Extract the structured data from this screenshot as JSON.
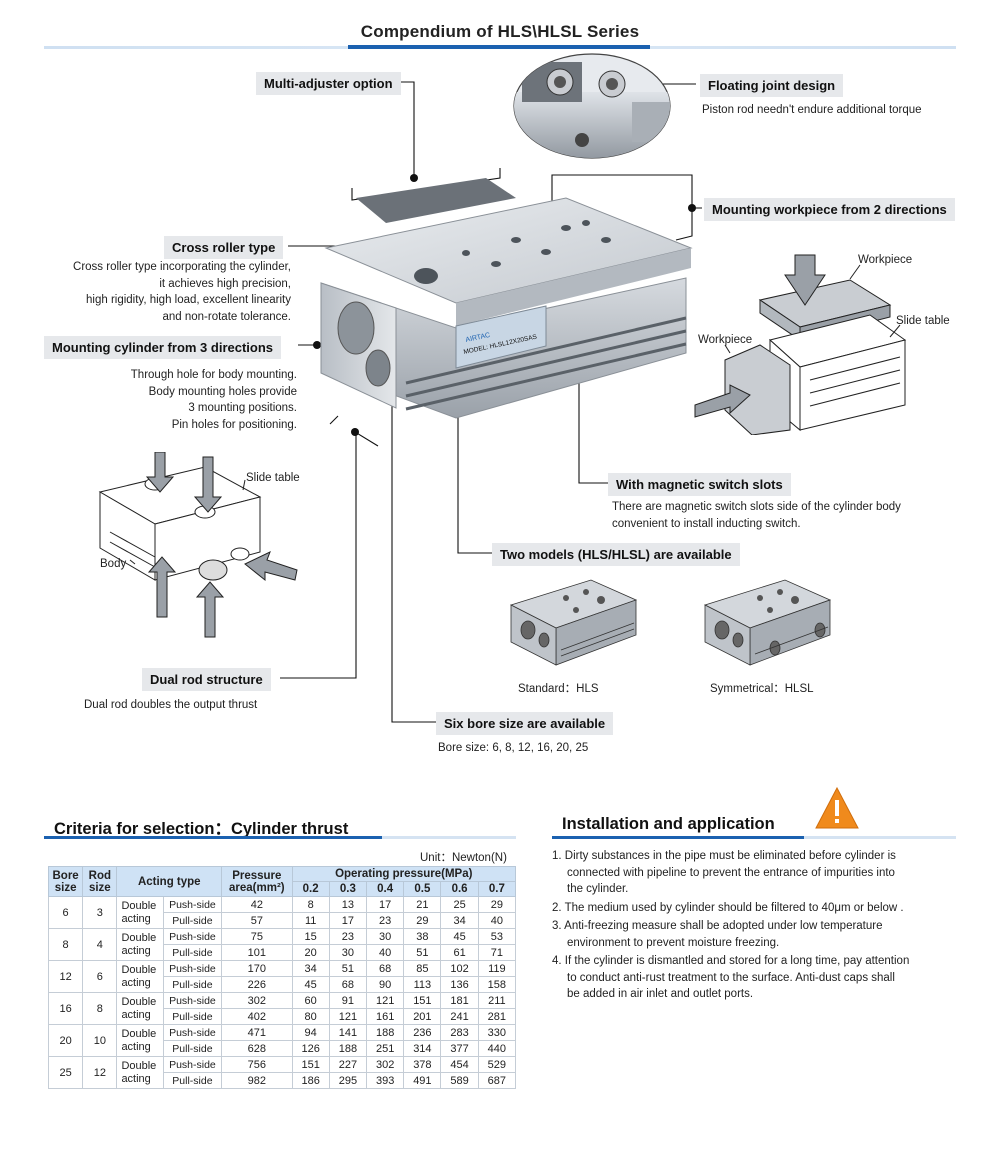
{
  "page_title": "Compendium of HLS\\HLSL Series",
  "product_label_brand": "AIRTAC",
  "product_label_model": "MODEL: HLSL12X20SAS",
  "callouts": {
    "multi_adjuster": "Multi-adjuster option",
    "floating_joint": "Floating joint design",
    "floating_joint_desc": "Piston rod needn't endure additional torque",
    "mounting_workpiece": "Mounting workpiece from 2 directions",
    "cross_roller": "Cross roller type",
    "cross_roller_desc": [
      "Cross roller type incorporating the cylinder,",
      "it achieves high precision,",
      "high rigidity, high load, excellent linearity",
      "and non-rotate tolerance."
    ],
    "mounting_cylinder": "Mounting cylinder from 3 directions",
    "mounting_cylinder_desc": [
      "Through hole for body mounting.",
      "Body mounting holes provide",
      "3 mounting positions.",
      "Pin holes for positioning."
    ],
    "magnetic_switch": "With magnetic switch slots",
    "magnetic_switch_desc": [
      "There are magnetic switch slots side of the cylinder body",
      "convenient to install inducting switch."
    ],
    "two_models": "Two models (HLS/HLSL) are available",
    "dual_rod": "Dual rod structure",
    "dual_rod_desc": "Dual rod doubles the output thrust",
    "six_bore": "Six bore size are available",
    "six_bore_desc": "Bore size: 6, 8, 12, 16, 20, 25"
  },
  "diagram_labels": {
    "workpiece_top": "Workpiece",
    "slide_table_right": "Slide table",
    "workpiece_side": "Workpiece",
    "slide_table_left": "Slide table",
    "body": "Body",
    "standard": "Standard：HLS",
    "symmetrical": "Symmetrical：HLSL"
  },
  "criteria": {
    "title": "Criteria for selection：Cylinder thrust",
    "unit": "Unit：Newton(N)",
    "headers": {
      "bore": [
        "Bore",
        "size"
      ],
      "rod": [
        "Rod",
        "size"
      ],
      "acting": "Acting type",
      "pressure_area": [
        "Pressure",
        "area(mm²)"
      ],
      "operating": "Operating pressure(MPa)",
      "pressures": [
        "0.2",
        "0.3",
        "0.4",
        "0.5",
        "0.6",
        "0.7"
      ]
    },
    "acting_label": [
      "Double",
      "acting"
    ],
    "rows": [
      {
        "bore": "6",
        "rod": "3",
        "push": {
          "side": "Push-side",
          "area": "42",
          "vals": [
            "8",
            "13",
            "17",
            "21",
            "25",
            "29"
          ]
        },
        "pull": {
          "side": "Pull-side",
          "area": "57",
          "vals": [
            "11",
            "17",
            "23",
            "29",
            "34",
            "40"
          ]
        }
      },
      {
        "bore": "8",
        "rod": "4",
        "push": {
          "side": "Push-side",
          "area": "75",
          "vals": [
            "15",
            "23",
            "30",
            "38",
            "45",
            "53"
          ]
        },
        "pull": {
          "side": "Pull-side",
          "area": "101",
          "vals": [
            "20",
            "30",
            "40",
            "51",
            "61",
            "71"
          ]
        }
      },
      {
        "bore": "12",
        "rod": "6",
        "push": {
          "side": "Push-side",
          "area": "170",
          "vals": [
            "34",
            "51",
            "68",
            "85",
            "102",
            "119"
          ]
        },
        "pull": {
          "side": "Pull-side",
          "area": "226",
          "vals": [
            "45",
            "68",
            "90",
            "113",
            "136",
            "158"
          ]
        }
      },
      {
        "bore": "16",
        "rod": "8",
        "push": {
          "side": "Push-side",
          "area": "302",
          "vals": [
            "60",
            "91",
            "121",
            "151",
            "181",
            "211"
          ]
        },
        "pull": {
          "side": "Pull-side",
          "area": "402",
          "vals": [
            "80",
            "121",
            "161",
            "201",
            "241",
            "281"
          ]
        }
      },
      {
        "bore": "20",
        "rod": "10",
        "push": {
          "side": "Push-side",
          "area": "471",
          "vals": [
            "94",
            "141",
            "188",
            "236",
            "283",
            "330"
          ]
        },
        "pull": {
          "side": "Pull-side",
          "area": "628",
          "vals": [
            "126",
            "188",
            "251",
            "314",
            "377",
            "440"
          ]
        }
      },
      {
        "bore": "25",
        "rod": "12",
        "push": {
          "side": "Push-side",
          "area": "756",
          "vals": [
            "151",
            "227",
            "302",
            "378",
            "454",
            "529"
          ]
        },
        "pull": {
          "side": "Pull-side",
          "area": "982",
          "vals": [
            "186",
            "295",
            "393",
            "491",
            "589",
            "687"
          ]
        }
      }
    ]
  },
  "installation": {
    "title": "Installation and application",
    "items": [
      [
        "1. Dirty substances in the pipe must be eliminated before cylinder is",
        "connected with pipeline to prevent the entrance of impurities into",
        "the cylinder."
      ],
      [
        "2. The medium used by cylinder should be filtered to 40μm or below ."
      ],
      [
        "3. Anti-freezing measure shall be adopted under low temperature",
        "environment to prevent moisture freezing."
      ],
      [
        "4. If the cylinder is dismantled and stored for a long time, pay attention",
        "to conduct anti-rust treatment to the surface. Anti-dust caps shall",
        "be added in air inlet and outlet ports."
      ]
    ]
  },
  "colors": {
    "accent": "#1b61b0",
    "callout_bg": "#e6e8eb",
    "header_bg": "#cfe2f5",
    "warning": "#f08a1c"
  }
}
